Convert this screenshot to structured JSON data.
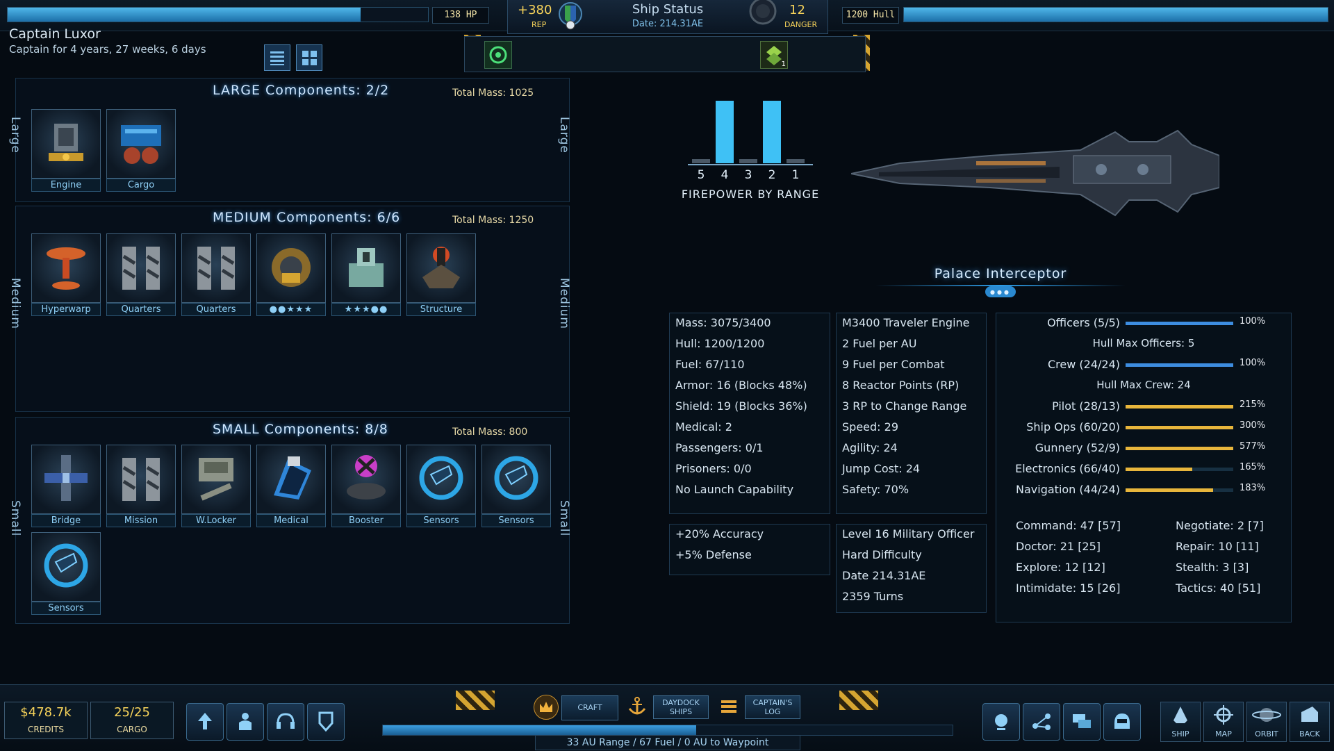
{
  "top": {
    "hp_label": "138 HP",
    "hp_fill_fraction": 0.84,
    "rep_value": "+380",
    "rep_label": "REP",
    "title": "Ship Status",
    "date": "Date: 214.31AE",
    "danger_value": "12",
    "danger_label": "DANGER",
    "hull_label": "1200 Hull",
    "hull_fill_fraction": 1.0,
    "slot_badge": "1"
  },
  "captain": {
    "name": "Captain Luxor",
    "tenure": "Captain for 4 years, 27 weeks, 6 days"
  },
  "large": {
    "title": "LARGE Components: 2/2",
    "mass": "Total Mass: 1025",
    "side": "Large",
    "items": [
      {
        "label": "Engine",
        "icon": "engine-icon"
      },
      {
        "label": "Cargo",
        "icon": "cargo-icon"
      }
    ]
  },
  "medium": {
    "title": "MEDIUM Components: 6/6",
    "mass": "Total Mass: 1250",
    "side": "Medium",
    "items": [
      {
        "label": "Hyperwarp",
        "icon": "hyperwarp-icon"
      },
      {
        "label": "Quarters",
        "icon": "quarters-icon"
      },
      {
        "label": "Quarters",
        "icon": "quarters-icon"
      },
      {
        "label": "●●★★★",
        "icon": "weapon-icon"
      },
      {
        "label": "★★★●●",
        "icon": "turret-icon"
      },
      {
        "label": "Structure",
        "icon": "structure-icon"
      }
    ]
  },
  "small": {
    "title": "SMALL Components: 8/8",
    "mass": "Total Mass: 800",
    "side": "Small",
    "items": [
      {
        "label": "Bridge",
        "icon": "bridge-icon"
      },
      {
        "label": "Mission",
        "icon": "mission-icon"
      },
      {
        "label": "W.Locker",
        "icon": "weapon-locker-icon"
      },
      {
        "label": "Medical",
        "icon": "medical-icon"
      },
      {
        "label": "Booster",
        "icon": "booster-icon"
      },
      {
        "label": "Sensors",
        "icon": "sensors-icon"
      },
      {
        "label": "Sensors",
        "icon": "sensors-icon"
      },
      {
        "label": "Sensors",
        "icon": "sensors-icon"
      }
    ]
  },
  "chart_data": {
    "type": "bar",
    "title": "FIREPOWER BY RANGE",
    "categories": [
      "5",
      "4",
      "3",
      "2",
      "1"
    ],
    "values": [
      0,
      1,
      0,
      1,
      0
    ],
    "ylim": [
      0,
      1
    ]
  },
  "ship": {
    "name": "Palace Interceptor"
  },
  "stats_col1": [
    "Mass: 3075/3400",
    "Hull: 1200/1200",
    "Fuel: 67/110",
    "Armor: 16 (Blocks 48%)",
    "Shield: 19 (Blocks 36%)",
    "Medical: 2",
    "Passengers: 0/1",
    "Prisoners: 0/0",
    "No Launch Capability"
  ],
  "stats_col2": [
    "M3400 Traveler Engine",
    "2 Fuel per AU",
    "9 Fuel per Combat",
    "8 Reactor Points (RP)",
    "3 RP to Change Range",
    "Speed: 29",
    "Agility: 24",
    "Jump Cost: 24",
    "Safety: 70%"
  ],
  "bonus": [
    "+20% Accuracy",
    "+5% Defense"
  ],
  "info": [
    "Level 16 Military Officer",
    "Hard Difficulty",
    "Date 214.31AE",
    "2359 Turns"
  ],
  "crew": {
    "officers": {
      "label": "Officers (5/5)",
      "pct": "100%",
      "fill": 1.0,
      "color": "#3d8de0"
    },
    "officers_note": "Hull Max Officers: 5",
    "crew": {
      "label": "Crew (24/24)",
      "pct": "100%",
      "fill": 1.0,
      "color": "#3d8de0"
    },
    "crew_note": "Hull Max Crew: 24",
    "skills": [
      {
        "label": "Pilot (28/13)",
        "pct": "215%",
        "fill": 1.0,
        "color": "#e8b63c"
      },
      {
        "label": "Ship Ops (60/20)",
        "pct": "300%",
        "fill": 1.0,
        "color": "#e8b63c"
      },
      {
        "label": "Gunnery (52/9)",
        "pct": "577%",
        "fill": 1.0,
        "color": "#e8b63c"
      },
      {
        "label": "Electronics (66/40)",
        "pct": "165%",
        "fill": 0.62,
        "color": "#e8b63c"
      },
      {
        "label": "Navigation (44/24)",
        "pct": "183%",
        "fill": 0.81,
        "color": "#e8b63c"
      }
    ]
  },
  "abilities": {
    "left": [
      "Command: 47 [57]",
      "Doctor: 21 [25]",
      "Explore: 12 [12]",
      "Intimidate: 15 [26]"
    ],
    "right": [
      "Negotiate: 2 [7]",
      "Repair: 10 [11]",
      "Stealth: 3 [3]",
      "Tactics: 40 [51]"
    ]
  },
  "bottom": {
    "credits_value": "$478.7k",
    "credits_label": "CREDITS",
    "cargo_value": "25/25",
    "cargo_label": "CARGO",
    "craft": "CRAFT",
    "daydock": "DAYDOCK SHIPS",
    "log": "CAPTAIN'S LOG",
    "range": "33 AU Range / 67 Fuel / 0 AU to Waypoint",
    "range_fill_fraction": 0.55,
    "right_buttons": [
      "SHIP",
      "MAP",
      "ORBIT",
      "BACK"
    ]
  }
}
